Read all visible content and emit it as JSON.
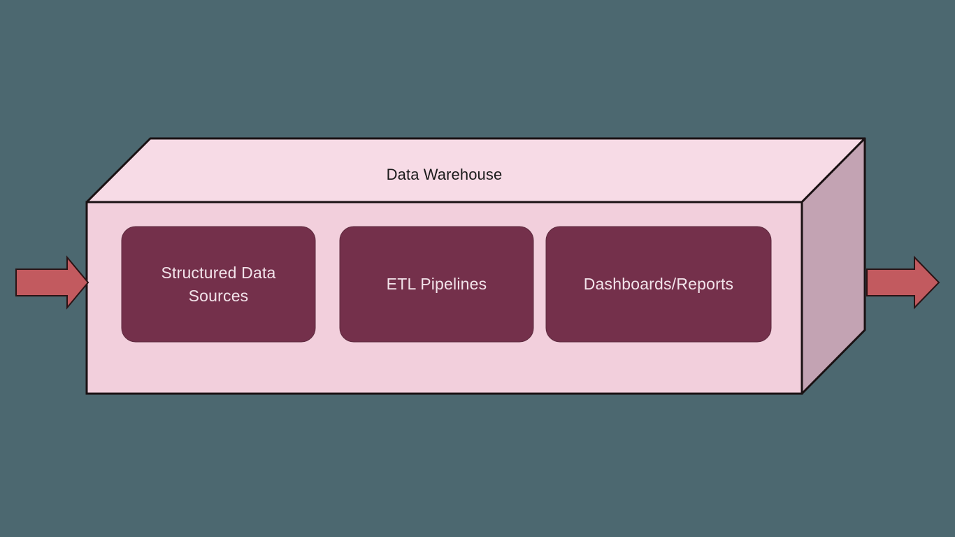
{
  "diagram": {
    "type": "3d-container-block-diagram",
    "background_color": "#4c6870",
    "container": {
      "title": "Data Warehouse",
      "front_face_color": "#f2cfdc",
      "top_face_color": "#f7dbe6",
      "side_face_color": "#c3a3b3",
      "stroke_color": "#1a1113"
    },
    "nodes": [
      {
        "label": "Structured Data\nSources",
        "fill_color": "#74304b",
        "text_color": "#f2e3ea"
      },
      {
        "label": "ETL Pipelines",
        "fill_color": "#74304b",
        "text_color": "#f2e3ea"
      },
      {
        "label": "Dashboards/Reports",
        "fill_color": "#74304b",
        "text_color": "#f2e3ea"
      }
    ],
    "arrows": [
      {
        "name": "input-arrow",
        "direction": "right",
        "position": "left-of-container",
        "fill_color": "#c25a5f",
        "stroke_color": "#2a1416"
      },
      {
        "name": "output-arrow",
        "direction": "right",
        "position": "right-of-container",
        "fill_color": "#c25a5f",
        "stroke_color": "#2a1416"
      }
    ]
  }
}
